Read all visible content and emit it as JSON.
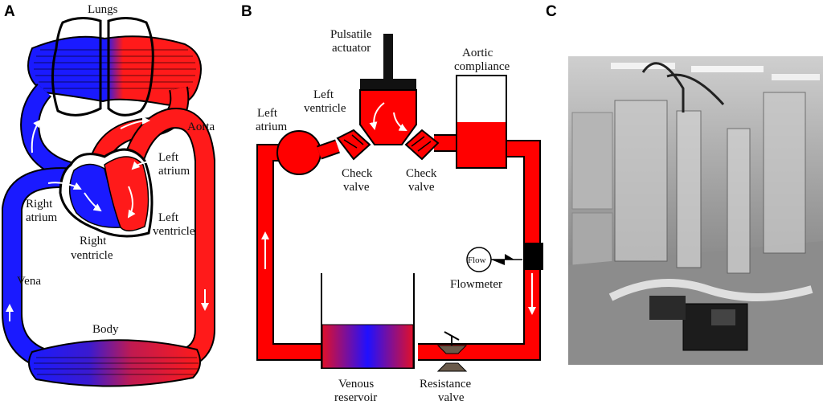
{
  "panels": [
    "A",
    "B",
    "C"
  ],
  "panel_a": {
    "lungs": "Lungs",
    "aorta": "Aorta",
    "left_atrium": [
      "Left",
      "atrium"
    ],
    "right_atrium": [
      "Right",
      "atrium"
    ],
    "left_ventricle": [
      "Left",
      "ventricle"
    ],
    "right_ventricle": [
      "Right",
      "ventricle"
    ],
    "vena": "Vena",
    "body": "Body"
  },
  "panel_b": {
    "pulsatile_actuator": [
      "Pulsatile",
      "actuator"
    ],
    "aortic_compliance": [
      "Aortic",
      "compliance"
    ],
    "left_ventricle": [
      "Left",
      "ventricle"
    ],
    "left_atrium": [
      "Left",
      "atrium"
    ],
    "check_valve_left": [
      "Check",
      "valve"
    ],
    "check_valve_right": [
      "Check",
      "valve"
    ],
    "flow": "Flow",
    "flowmeter": "Flowmeter",
    "venous_reservoir": [
      "Venous",
      "reservoir"
    ],
    "resistance_valve": [
      "Resistance",
      "valve"
    ]
  },
  "colors": {
    "arterial": "#ff0000",
    "venous": "#1a1aff",
    "outline": "#000000"
  }
}
